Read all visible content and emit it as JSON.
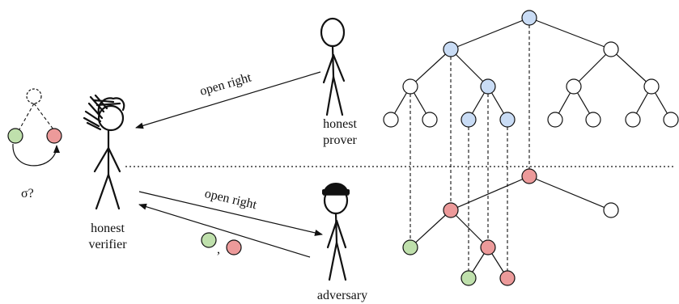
{
  "labels": {
    "sigma": "σ?",
    "honest_verifier_line1": "honest",
    "honest_verifier_line2": "verifier",
    "honest_prover_line1": "honest",
    "honest_prover_line2": "prover",
    "adversary": "adversary",
    "open_right_top": "open right",
    "open_right_bottom": "open right",
    "comma": ","
  },
  "colors": {
    "blue": "#c9dcf5",
    "green": "#bfe0ac",
    "red": "#ec9a9a",
    "white": "#ffffff",
    "ink": "#111111"
  },
  "icons": {
    "verifier": "stick-figure-messy-hair",
    "prover": "stick-figure",
    "adversary": "stick-figure-beanie"
  }
}
